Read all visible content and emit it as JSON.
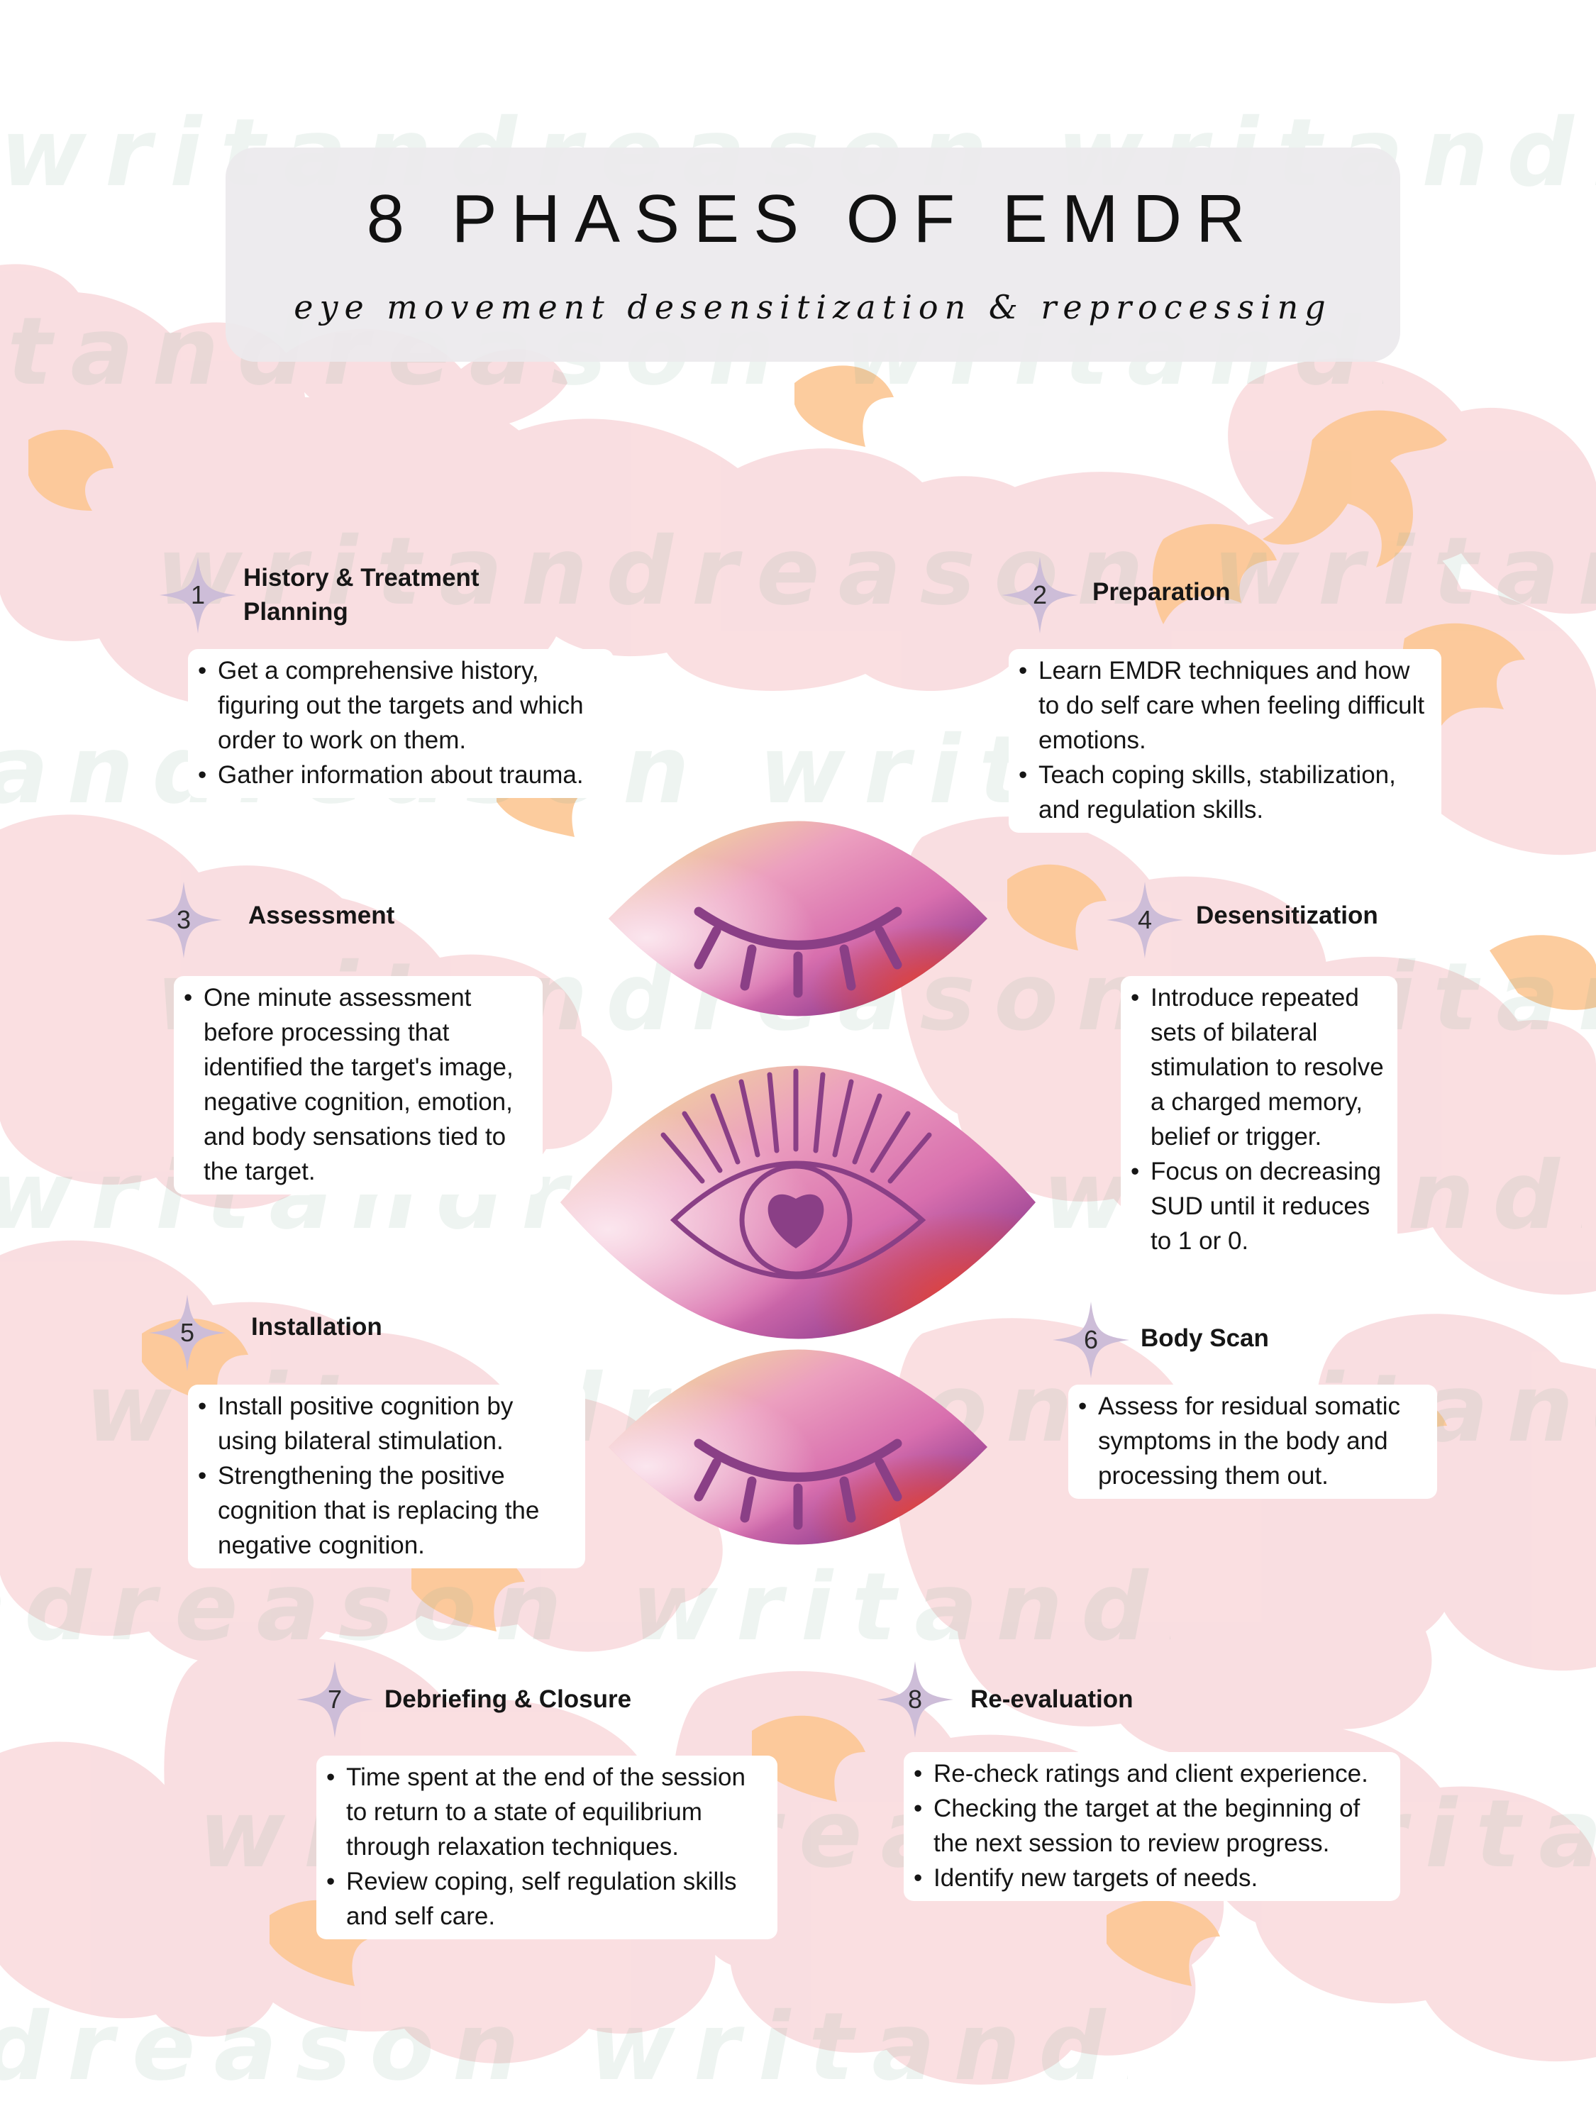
{
  "header": {
    "title": "8 PHASES OF EMDR",
    "subtitle": "eye movement desensitization & reprocessing"
  },
  "watermark": "writandreason",
  "colors": {
    "smoke_pink": "#f9d9dc",
    "smoke_orange": "#fcc793",
    "star_lilac": "#cdbdd8",
    "eye_yellow": "#f3ee8c",
    "eye_pink": "#e07ab4",
    "eye_purple": "#8c3a8e",
    "eye_red": "#f2452a",
    "line_purple": "#8a3f86"
  },
  "icons": [
    "closed-eye-icon",
    "open-eye-heart-icon",
    "four-point-star-icon"
  ],
  "phases": [
    {
      "number": "1",
      "title": "History & Treatment Planning",
      "bullets": [
        "Get a comprehensive history, figuring out the targets and which order to work on them.",
        "Gather information about trauma."
      ]
    },
    {
      "number": "2",
      "title": "Preparation",
      "bullets": [
        "Learn EMDR techniques and how to do self care when feeling difficult emotions.",
        "Teach coping skills, stabilization, and regulation skills."
      ]
    },
    {
      "number": "3",
      "title": "Assessment",
      "bullets": [
        "One minute assessment before processing that identified the target's image, negative cognition, emotion, and body sensations tied to the target."
      ]
    },
    {
      "number": "4",
      "title": "Desensitization",
      "bullets": [
        "Introduce repeated sets of bilateral stimulation to resolve a charged memory, belief or trigger.",
        "Focus on decreasing SUD until it reduces to 1 or 0."
      ]
    },
    {
      "number": "5",
      "title": "Installation",
      "bullets": [
        "Install positive cognition by using bilateral stimulation.",
        "Strengthening the positive cognition that is replacing the negative cognition."
      ]
    },
    {
      "number": "6",
      "title": "Body Scan",
      "bullets": [
        "Assess for residual somatic symptoms in the body and processing them out."
      ]
    },
    {
      "number": "7",
      "title": "Debriefing & Closure",
      "bullets": [
        "Time spent at the end of the session to return to a state of equilibrium through relaxation techniques.",
        "Review coping, self regulation skills and self care."
      ]
    },
    {
      "number": "8",
      "title": "Re-evaluation",
      "bullets": [
        "Re-check ratings and client experience.",
        "Checking the target at the beginning of the next session to review progress.",
        "Identify new targets of needs."
      ]
    }
  ]
}
